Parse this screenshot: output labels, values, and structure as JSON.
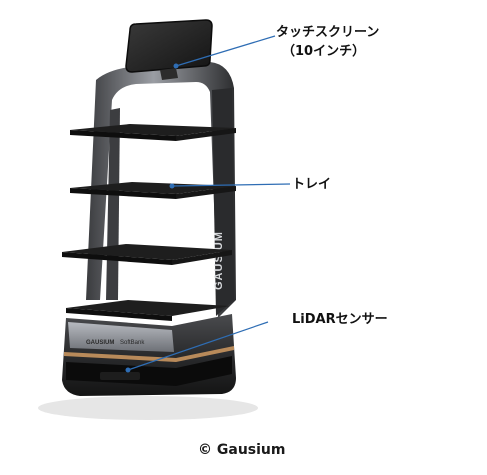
{
  "labels": {
    "touchscreen_line1": "タッチスクリーン",
    "touchscreen_line2": "（10インチ）",
    "tray": "トレイ",
    "lidar": "LiDARセンサー"
  },
  "brand_on_robot": "GAUSIUM",
  "base_logos": [
    "GAUSIUM",
    "SoftBank"
  ],
  "copyright": "© Gausium",
  "colors": {
    "robot_body": "#1c1c1c",
    "frame_silver": "#8a8d93",
    "callout_line": "#2e6db4",
    "accent_copper": "#b88a5a"
  }
}
